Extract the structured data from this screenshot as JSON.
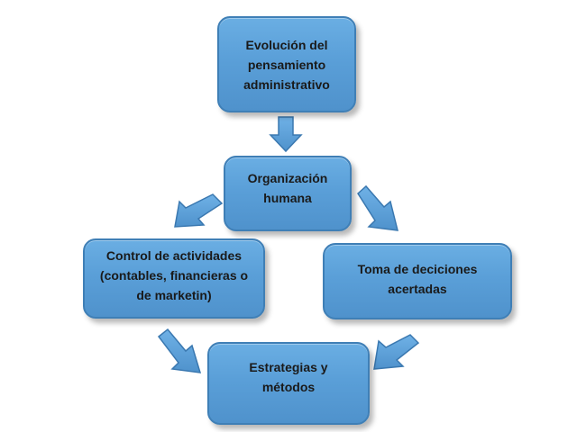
{
  "diagram": {
    "nodes": {
      "evolucion": "Evolución del\npensamiento\nadministrativo",
      "organizacion": "Organización\nhumana",
      "control": "Control de actividades\n(contables, financieras o\nde marketin)",
      "toma": "Toma de deciciones\nacertadas",
      "estrategias": "Estrategias y\nmétodos"
    },
    "edges": [
      {
        "from": "evolucion",
        "to": "organizacion"
      },
      {
        "from": "organizacion",
        "to": "control"
      },
      {
        "from": "organizacion",
        "to": "toma"
      },
      {
        "from": "control",
        "to": "estrategias"
      },
      {
        "from": "toma",
        "to": "estrategias"
      }
    ],
    "colors": {
      "box_fill": "#5a9fd8",
      "box_border": "#3f7fb6",
      "arrow_fill": "#5aa0da",
      "arrow_stroke": "#3a78b0",
      "text": "#1a1a1a"
    }
  }
}
